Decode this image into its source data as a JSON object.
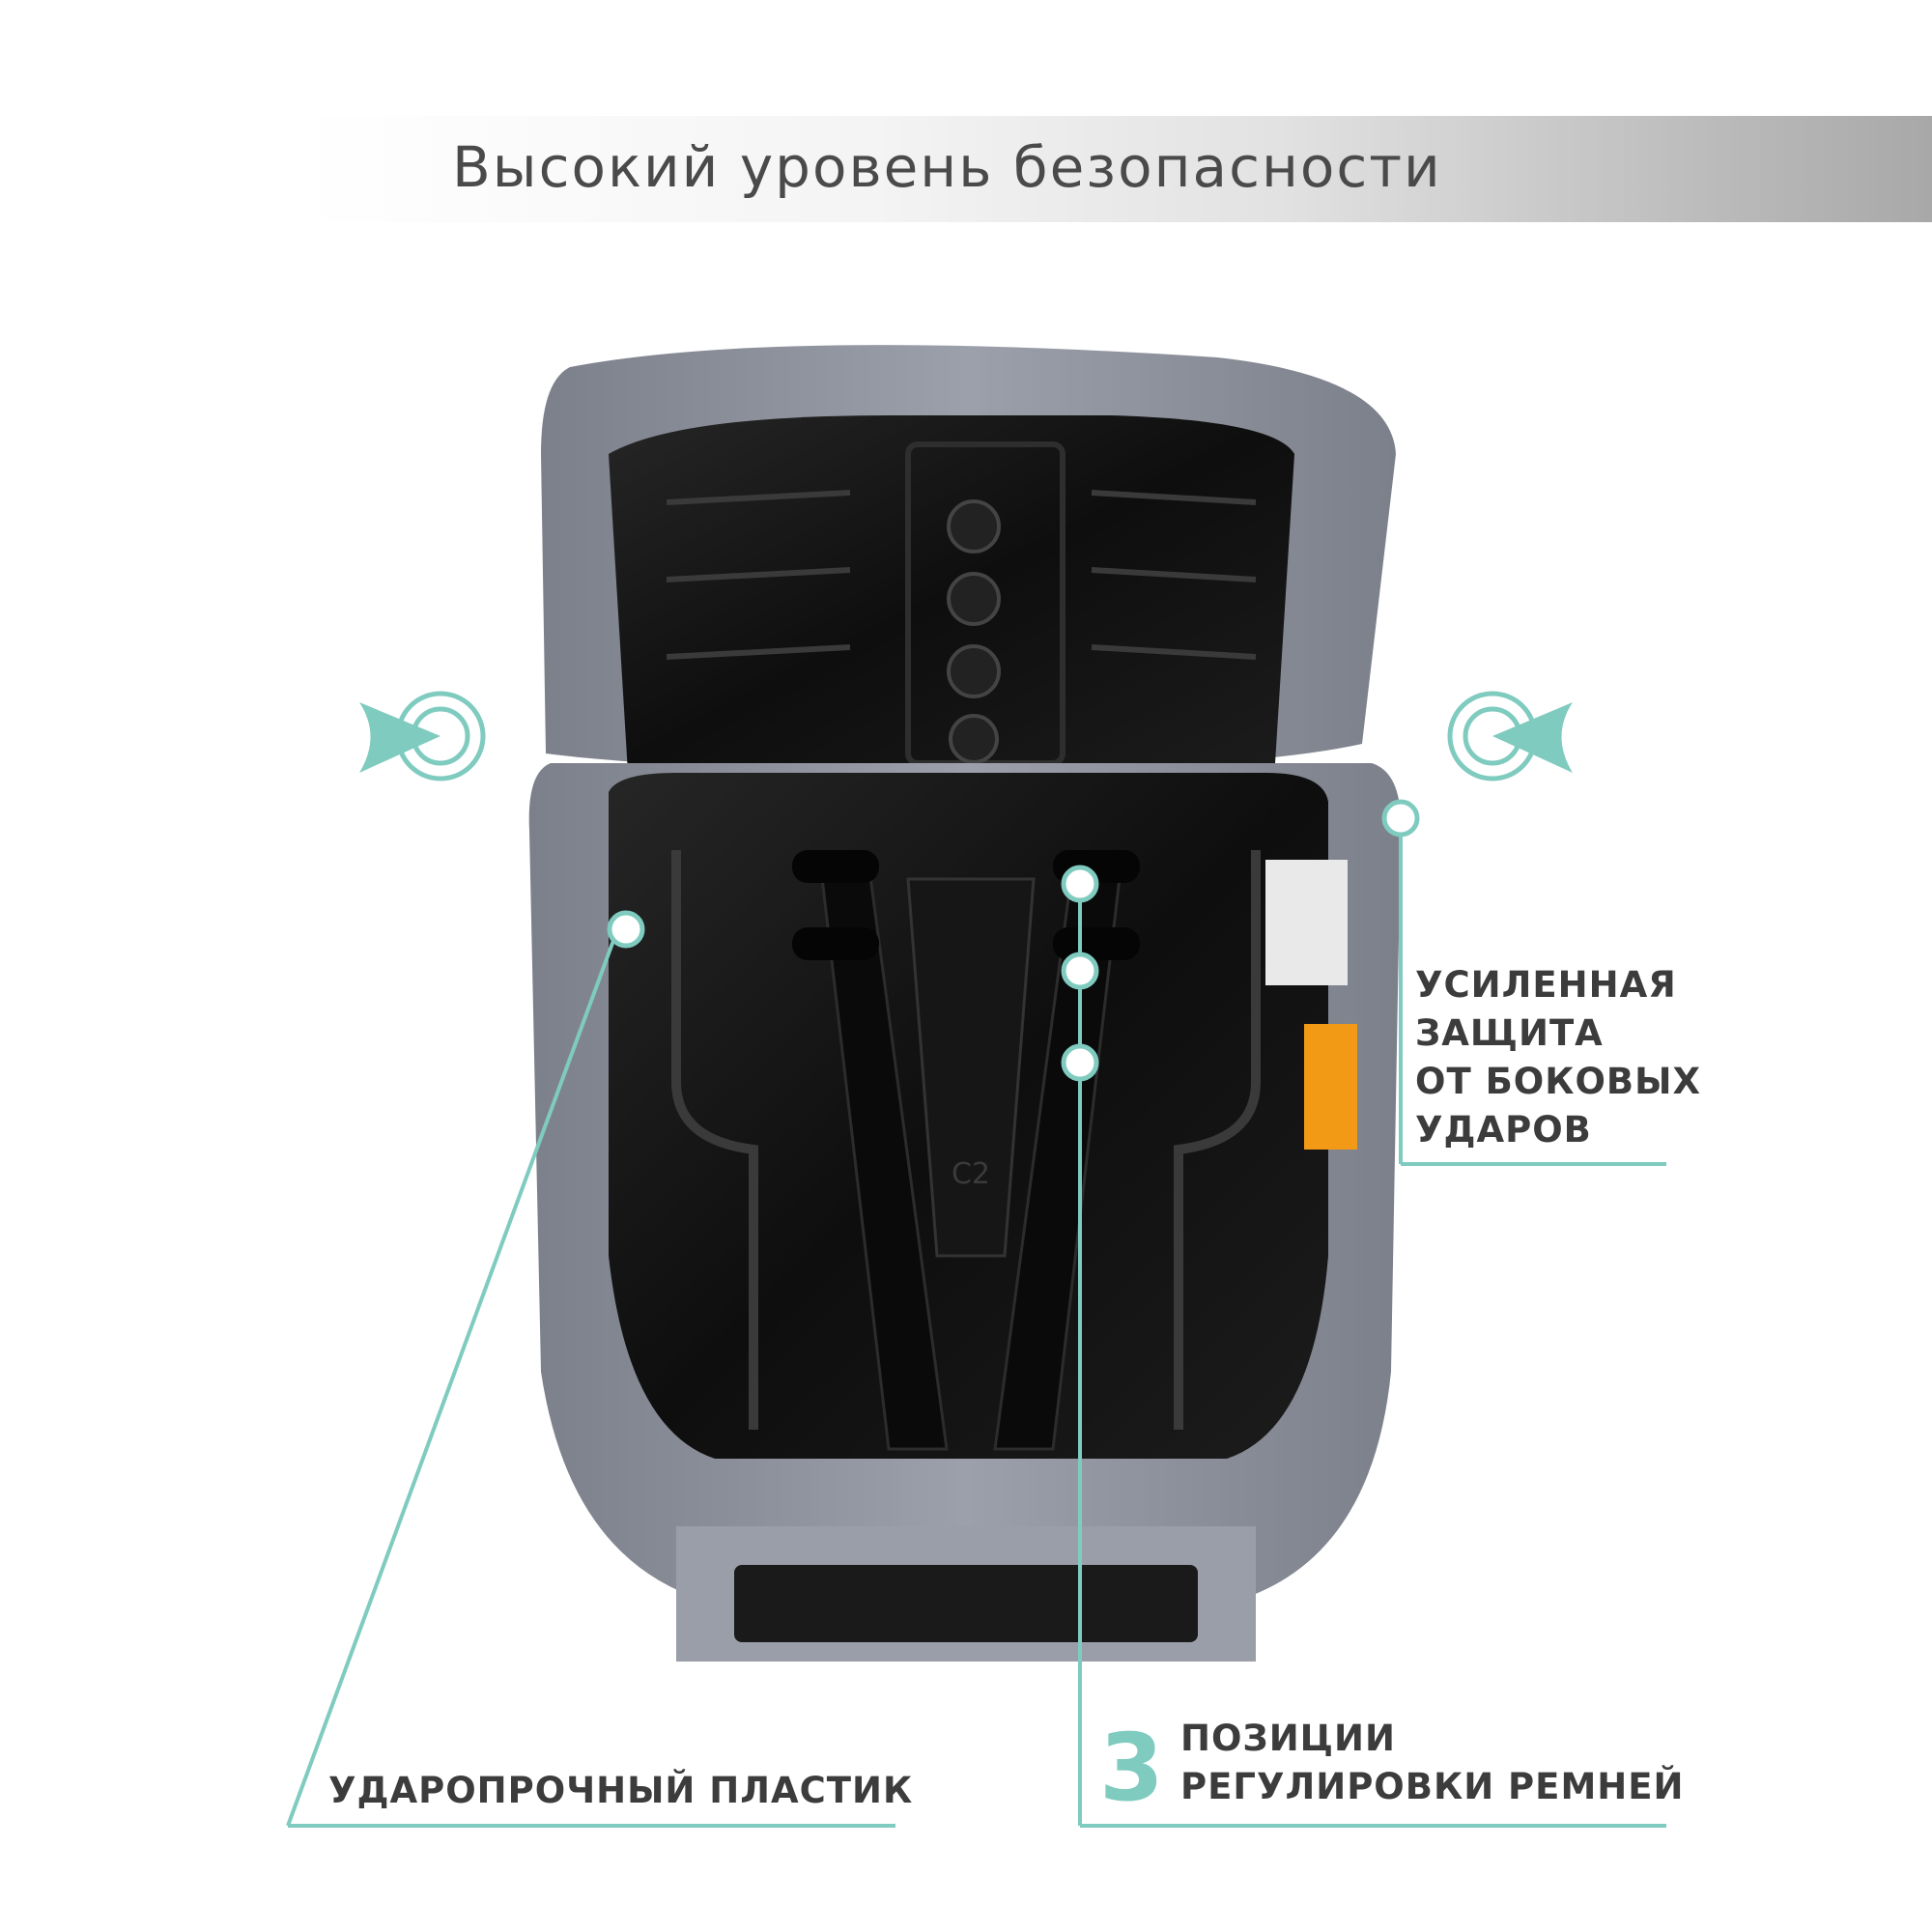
{
  "header": {
    "title": "Высокий уровень безопасности"
  },
  "callouts": {
    "plastic": {
      "label": "УДАРОПРОЧНЫЙ ПЛАСТИК"
    },
    "side_protection": {
      "lines": [
        "УСИЛЕННАЯ",
        "ЗАЩИТА",
        "ОТ БОКОВЫХ",
        "УДАРОВ"
      ]
    },
    "straps": {
      "number": "3",
      "lines": [
        "ПОЗИЦИИ",
        "РЕГУЛИРОВКИ РЕМНЕЙ"
      ]
    }
  },
  "seat": {
    "back_marking": "C2"
  },
  "colors": {
    "accent": "#7fcbbf",
    "text": "#3c3c3c",
    "fabric": "#8a8e98",
    "plastic": "#111111"
  },
  "icons": [
    "arrow-target-left-icon",
    "arrow-target-right-icon"
  ]
}
